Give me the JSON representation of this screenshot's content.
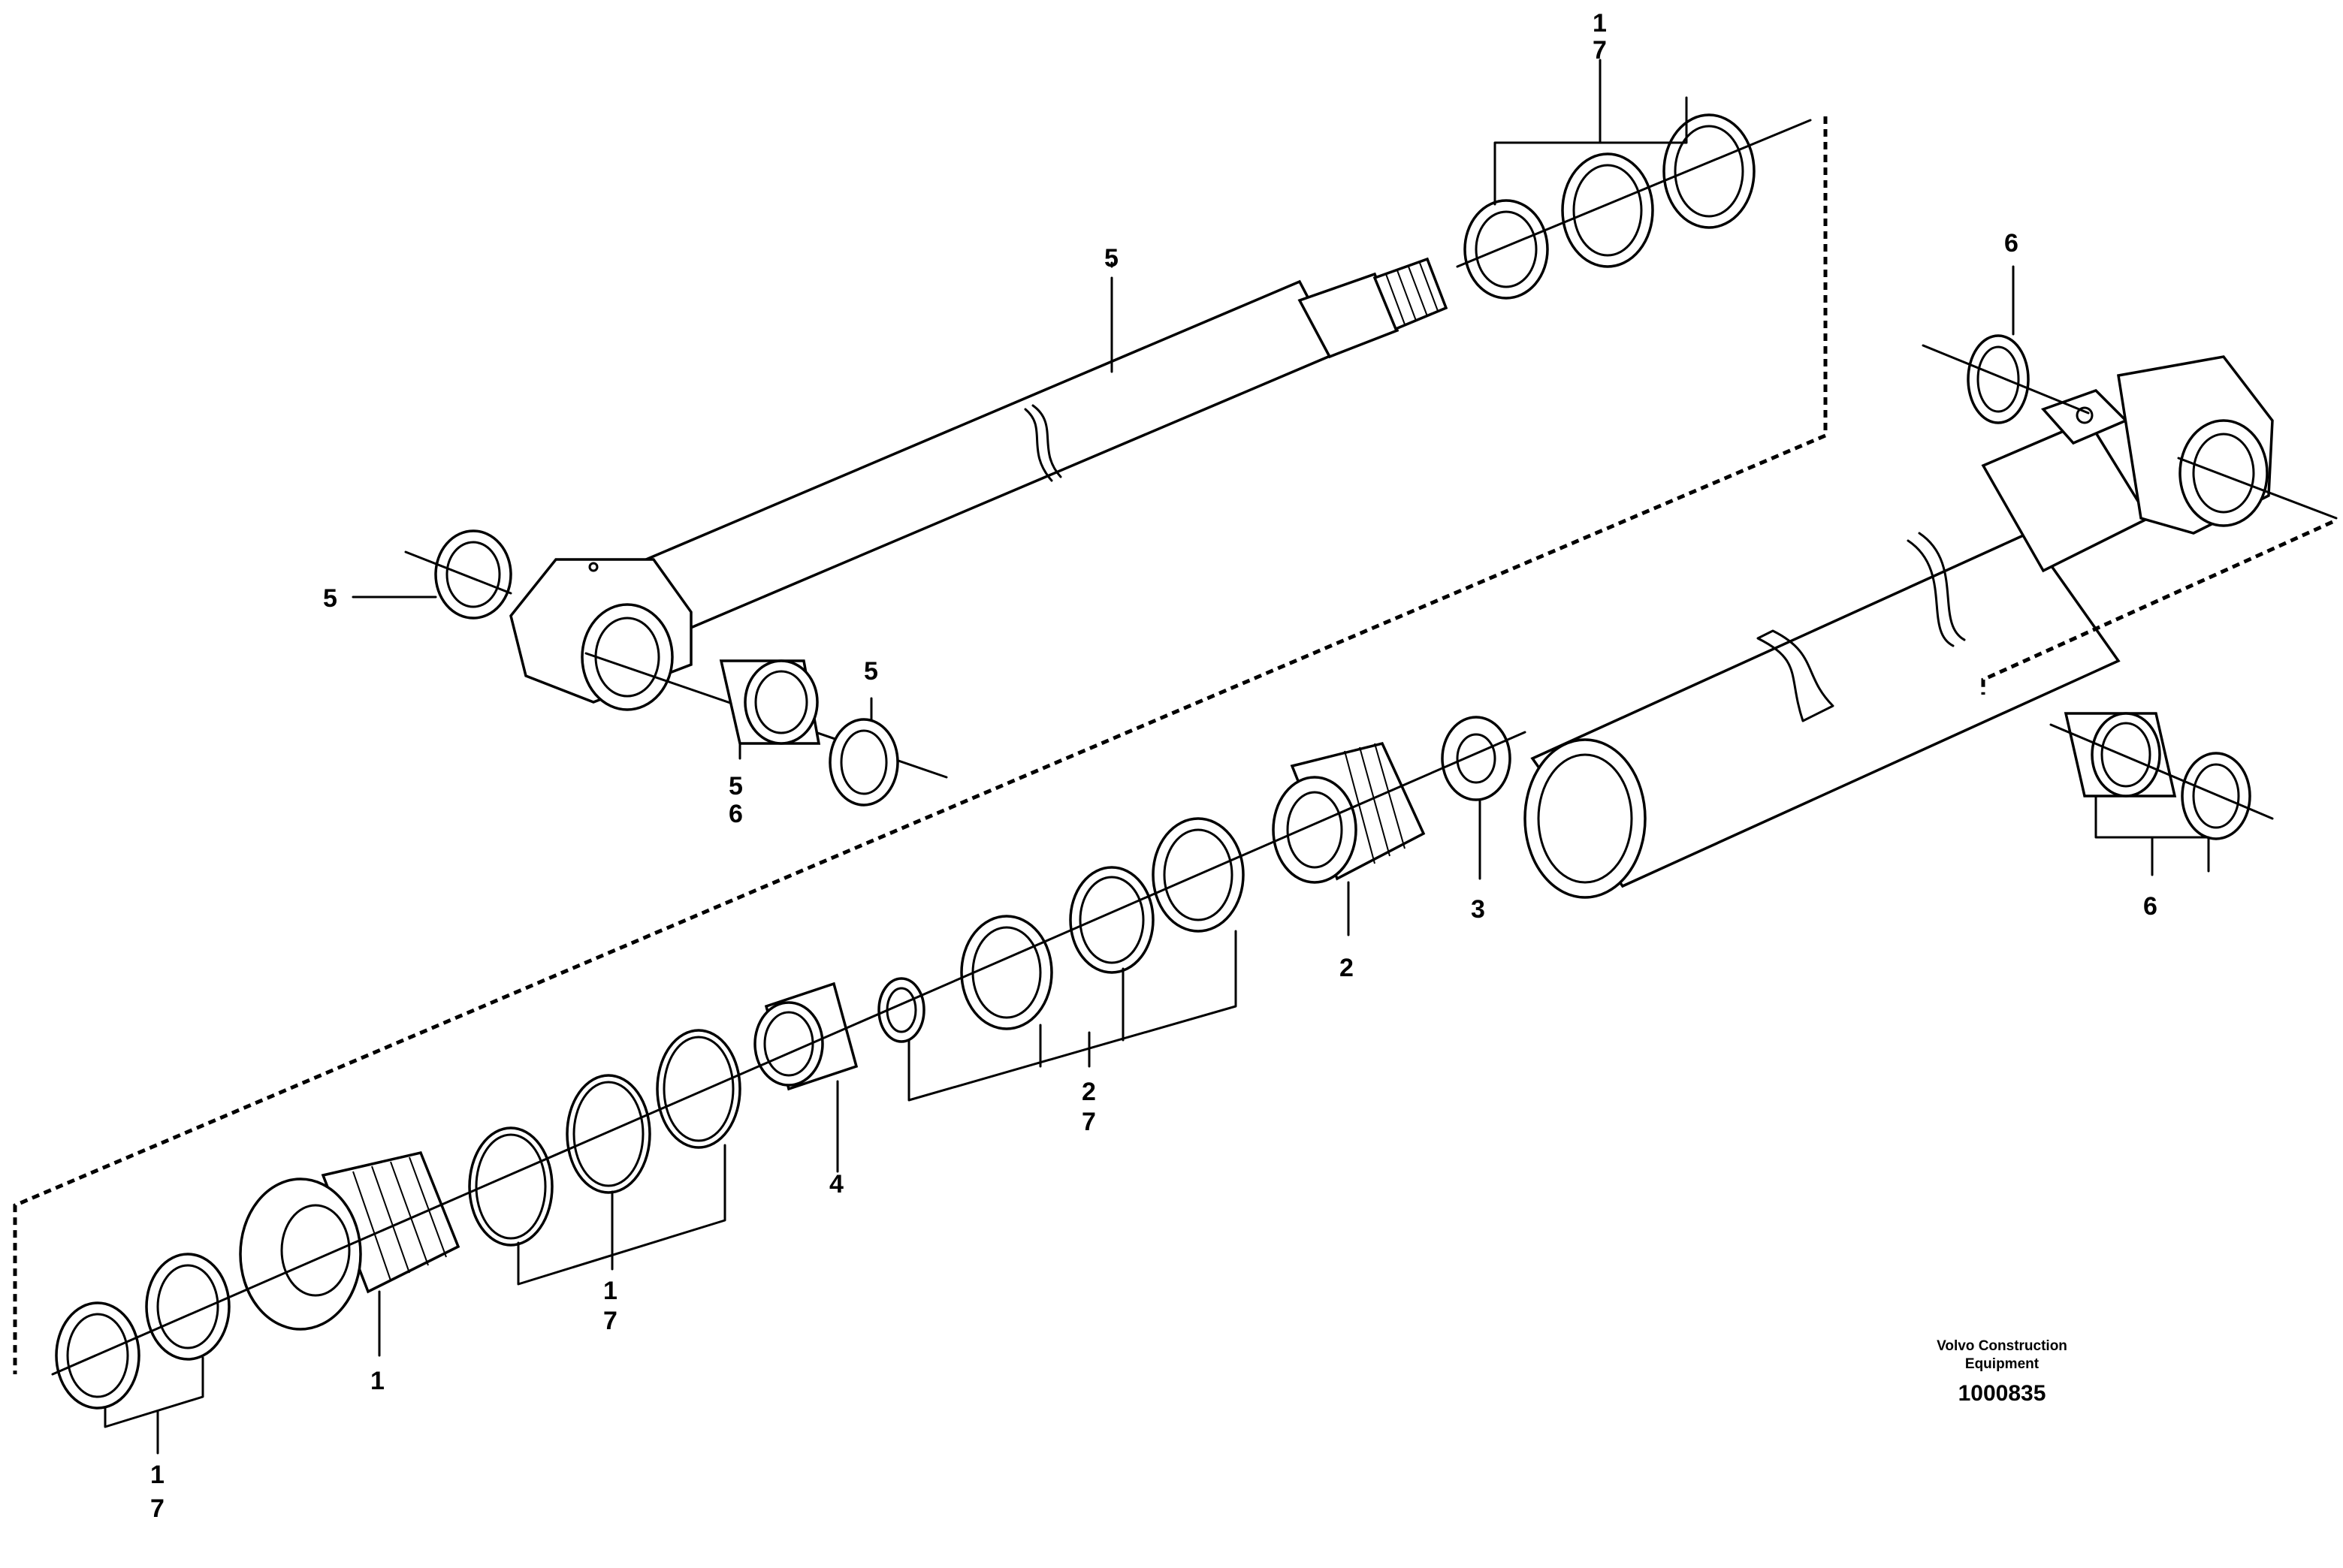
{
  "callouts": {
    "c1": "1",
    "c2": "7",
    "c3": "5",
    "c4": "6",
    "c5": "5",
    "c6": "5",
    "c7": "5",
    "c8": "6",
    "c9": "3",
    "c10": "2",
    "c11": "6",
    "c12": "2",
    "c13": "7",
    "c14": "4",
    "c15": "1",
    "c16": "7",
    "c17": "1",
    "c18": "1",
    "c19": "7"
  },
  "footer": {
    "credit_line1": "Volvo Construction",
    "credit_line2": "Equipment",
    "drawing_number": "1000835"
  }
}
